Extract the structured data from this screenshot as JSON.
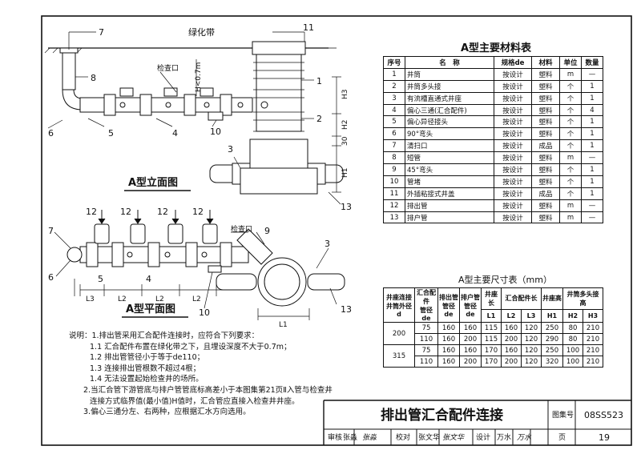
{
  "drawing": {
    "callouts": {
      "n1": "1",
      "n2": "2",
      "n3": "3",
      "n3b": "3",
      "n4": "4",
      "n4b": "4",
      "n5": "5",
      "n5b": "5",
      "n6": "6",
      "n6b": "6",
      "n7": "7",
      "n7b": "7",
      "n8": "8",
      "n9": "9",
      "n10": "10",
      "n10b": "10",
      "n11": "11",
      "n12a": "12",
      "n12b": "12",
      "n12c": "12",
      "n12d": "12",
      "n13": "13",
      "n13b": "13"
    },
    "green_belt": "绿化带",
    "inspection_port": "检查口",
    "inspection_port_plan": "检查口",
    "h_note": "H<0.7m",
    "dim_h1": "H1",
    "dim_h2": "H2",
    "dim_h3": "H3",
    "dim_30": "30",
    "dim_l1": "L1",
    "dim_l2a": "L2",
    "dim_l2b": "L2",
    "dim_l2c": "L2",
    "dim_l3": "L3",
    "elevation_caption": "A型立面图",
    "plan_caption": "A型平面图"
  },
  "materials_table": {
    "title": "A型主要材料表",
    "headers": [
      "序号",
      "名　称",
      "规格de",
      "材料",
      "单位",
      "数量"
    ],
    "rows": [
      [
        "1",
        "井筒",
        "按设计",
        "塑料",
        "m",
        "—"
      ],
      [
        "2",
        "井筒多头接",
        "按设计",
        "塑料",
        "个",
        "1"
      ],
      [
        "3",
        "有流槽直通式井座",
        "按设计",
        "塑料",
        "个",
        "1"
      ],
      [
        "4",
        "偏心三通(汇合配件)",
        "按设计",
        "塑料",
        "个",
        "4"
      ],
      [
        "5",
        "偏心异径接头",
        "按设计",
        "塑料",
        "个",
        "1"
      ],
      [
        "6",
        "90°弯头",
        "按设计",
        "塑料",
        "个",
        "1"
      ],
      [
        "7",
        "清扫口",
        "按设计",
        "成品",
        "个",
        "1"
      ],
      [
        "8",
        "短管",
        "按设计",
        "塑料",
        "m",
        "—"
      ],
      [
        "9",
        "45°弯头",
        "按设计",
        "塑料",
        "个",
        "1"
      ],
      [
        "10",
        "管堵",
        "按设计",
        "塑料",
        "个",
        "1"
      ],
      [
        "11",
        "外插粘接式井盖",
        "按设计",
        "成品",
        "个",
        "1"
      ],
      [
        "12",
        "排出管",
        "按设计",
        "塑料",
        "m",
        "—"
      ],
      [
        "13",
        "排户管",
        "按设计",
        "塑料",
        "m",
        "—"
      ]
    ]
  },
  "dimensions_table": {
    "title": "A型主要尺寸表（mm）",
    "headers_top": [
      "井座连接\n井筒外径d",
      "汇合配件\n管径de",
      "排出管\n管径de",
      "排户管\n管径de",
      "井座长",
      "汇合配件长",
      "",
      "井座高",
      "井筒多头接高",
      ""
    ],
    "headers_sub": [
      "",
      "",
      "",
      "",
      "L1",
      "L2",
      "L3",
      "H1",
      "H2",
      "H3"
    ],
    "rows": [
      [
        "200",
        "75",
        "160",
        "160",
        "115",
        "160",
        "120",
        "250",
        "80",
        "210"
      ],
      [
        "",
        "110",
        "160",
        "200",
        "115",
        "200",
        "120",
        "290",
        "80",
        "210"
      ],
      [
        "315",
        "75",
        "160",
        "160",
        "170",
        "160",
        "120",
        "250",
        "100",
        "210"
      ],
      [
        "",
        "110",
        "160",
        "200",
        "170",
        "200",
        "120",
        "320",
        "100",
        "210"
      ]
    ]
  },
  "notes": {
    "lines": [
      "说明：1.排出管采用汇合配件连接时，应符合下列要求：",
      "1.1  汇合配件布置在绿化带之下，且埋设深度不大于0.7m；",
      "1.2  排出管管径小于等于de110；",
      "1.3  连接排出管根数不超过4根；",
      "1.4  无法设置起始检查井的场所。",
      "2.当汇合管下游管底与排户管管底标高差小于本图集第21页Ⅱ入管与检查井",
      "连接方式临界值(最小值)H值时，汇合管应直接入检查井井座。",
      "3.偏心三通分左、右两种，应根据汇水方向选用。"
    ]
  },
  "title_block": {
    "title": "排出管汇合配件连接",
    "atlas_label": "图集号",
    "atlas_no": "08SS523",
    "review_label": "审核",
    "reviewer": "张淼",
    "reviewer_sig": "张淼",
    "check_label": "校对",
    "checker": "张文华",
    "checker_sig": "张文华",
    "design_label": "设计",
    "designer": "万水",
    "designer_sig": "万水",
    "page_label": "页",
    "page_no": "19"
  }
}
